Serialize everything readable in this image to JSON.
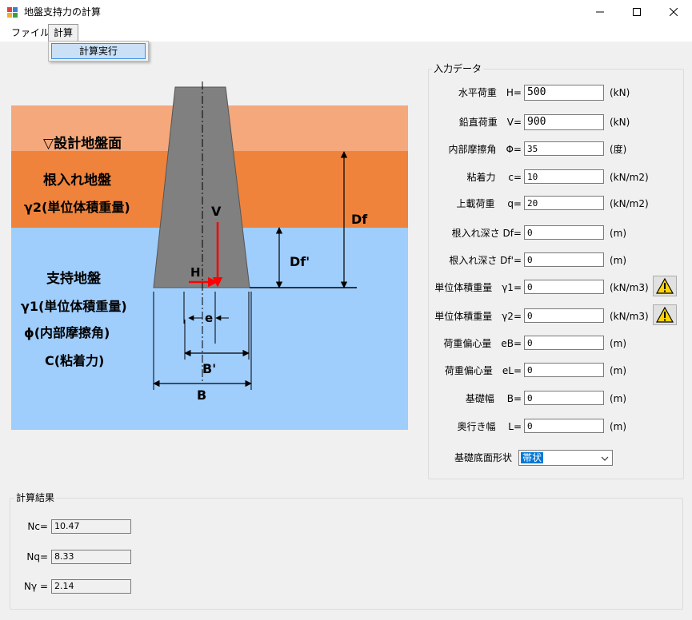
{
  "window": {
    "title": "地盤支持力の計算"
  },
  "menu": {
    "file": "ファイル",
    "calc": "計算",
    "calc_items": [
      "計算実行"
    ]
  },
  "diagram": {
    "ground_surface": "▽設計地盤面",
    "embed_layer_1": "根入れ地盤",
    "embed_layer_2": "γ2(単位体積重量)",
    "bearing_1": "支持地盤",
    "bearing_2": "γ1(単位体積重量)",
    "bearing_3": "ϕ(内部摩擦角)",
    "bearing_4": "C(粘着力)",
    "v": "V",
    "h": "H",
    "df": "Df",
    "df_prime": "Df'",
    "e": "e",
    "b_prime": "B'",
    "b": "B",
    "colors": {
      "top_layer": "#f4a87c",
      "mid_layer": "#ef833c",
      "bearing": "#9fcdfc",
      "pier": "#808080",
      "arrow": "#ff0000"
    }
  },
  "input": {
    "group_title": "入力データ",
    "rows": [
      {
        "label": "水平荷重　H=",
        "value": "500",
        "unit": "(kN)"
      },
      {
        "label": "鉛直荷重　V=",
        "value": "900",
        "unit": "(kN)"
      },
      {
        "label": "内部摩擦角　Φ=",
        "value": "35",
        "unit": "(度)"
      },
      {
        "label": "粘着力　 c=",
        "value": "10",
        "unit": "(kN/m2)"
      },
      {
        "label": "上載荷重　 q=",
        "value": "20",
        "unit": "(kN/m2)"
      },
      {
        "label": "根入れ深さ Df=",
        "value": "0",
        "unit": "(m)"
      },
      {
        "label": "根入れ深さ Df'=",
        "value": "0",
        "unit": "(m)"
      },
      {
        "label": "単位体積重量　γ1=",
        "value": "0",
        "unit": "(kN/m3)"
      },
      {
        "label": "単位体積重量　γ2=",
        "value": "0",
        "unit": "(kN/m3)"
      },
      {
        "label": "荷重偏心量　eB=",
        "value": "0",
        "unit": "(m)"
      },
      {
        "label": "荷重偏心量　eL=",
        "value": "0",
        "unit": "(m)"
      },
      {
        "label": "基礎幅　 B=",
        "value": "0",
        "unit": "(m)"
      },
      {
        "label": "奥行き幅　 L=",
        "value": "0",
        "unit": "(m)"
      }
    ],
    "shape_label": "基礎底面形状",
    "shape_value": "帯状"
  },
  "results": {
    "group_title": "計算結果",
    "rows": [
      {
        "label": "Nc=",
        "value": "10.47"
      },
      {
        "label": "Nq=",
        "value": "8.33"
      },
      {
        "label": "Nγ =",
        "value": "2.14"
      }
    ]
  }
}
